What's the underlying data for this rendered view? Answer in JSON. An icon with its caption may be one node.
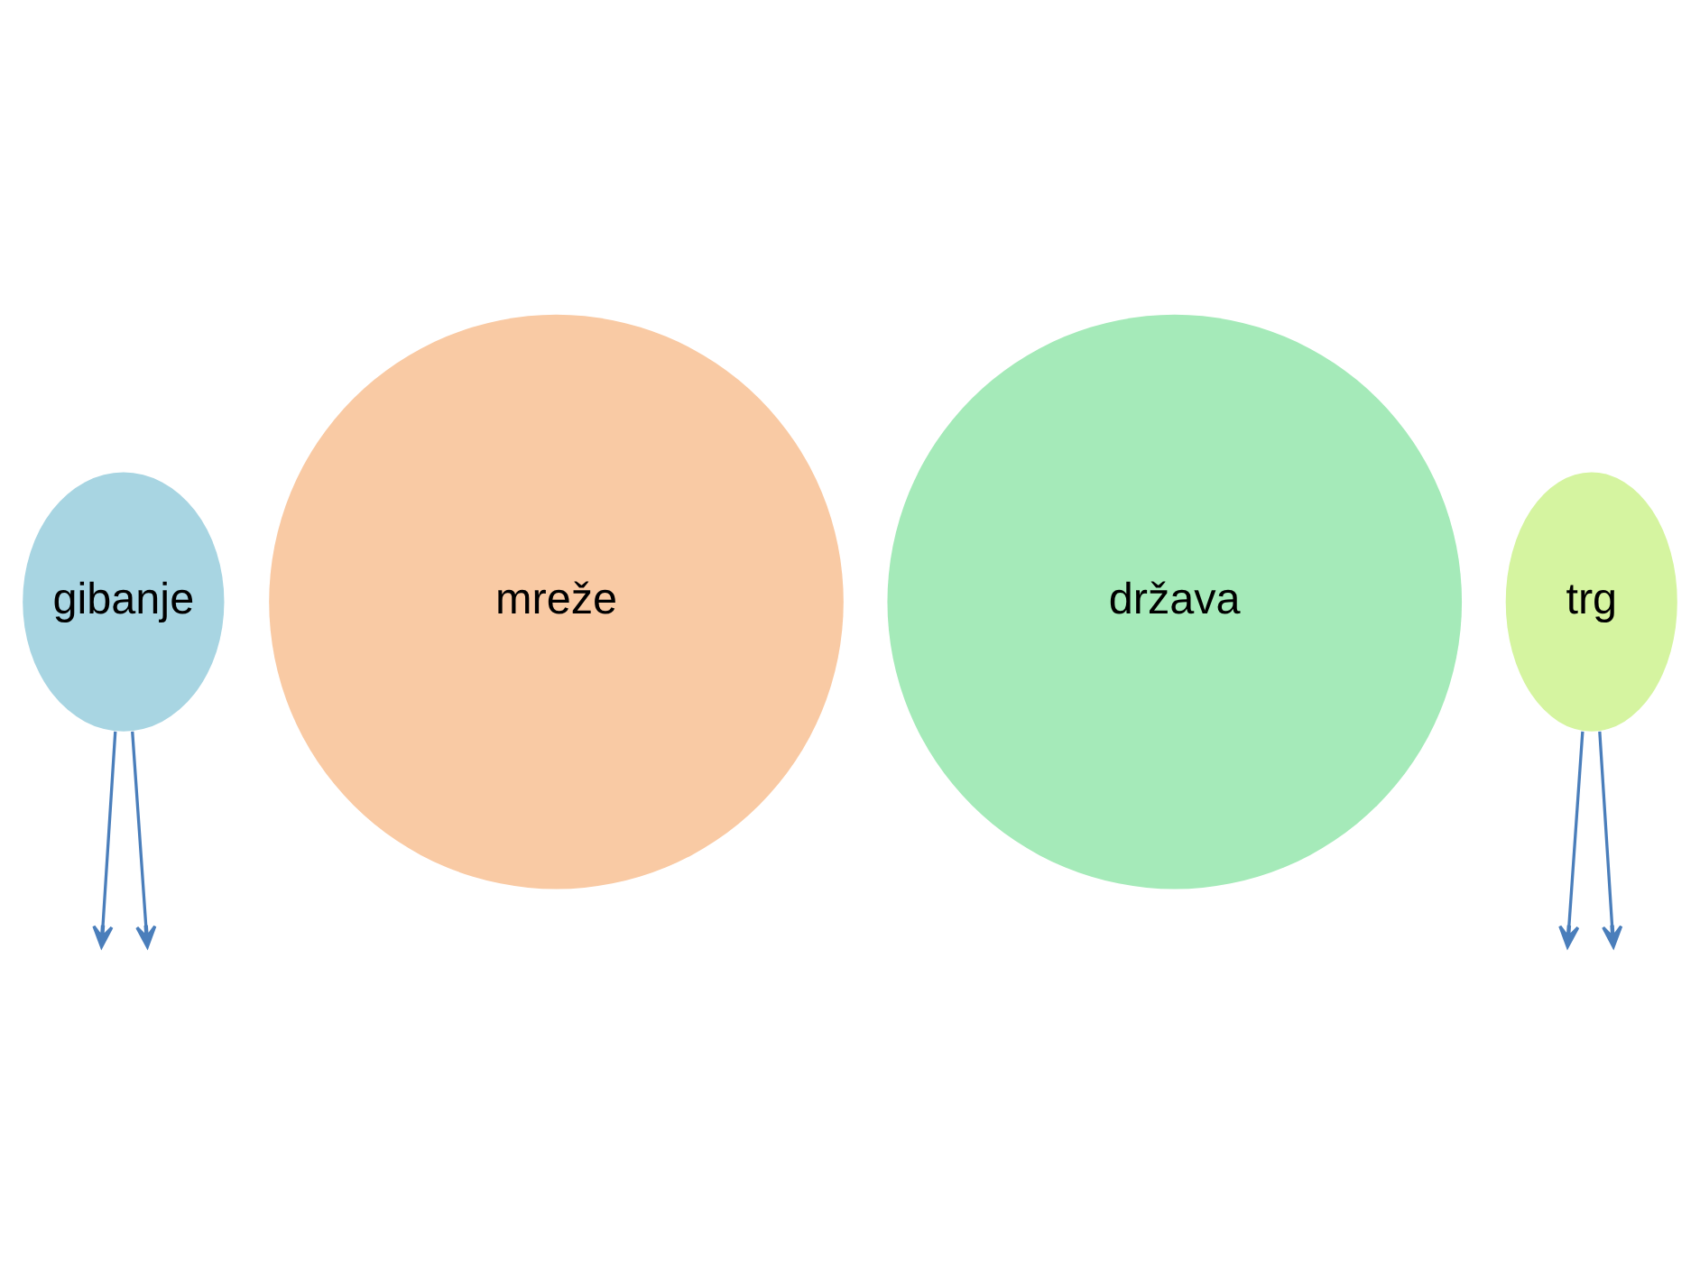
{
  "diagram": {
    "nodes": [
      {
        "text": [
          "gibanje"
        ]
      },
      {
        "text": [
          "mreže"
        ]
      },
      {
        "text": [
          "država"
        ]
      },
      {
        "text": [
          "trg"
        ]
      }
    ],
    "edges": [
      {
        "from": 0,
        "to": null,
        "arrow": "to"
      },
      {
        "from": 0,
        "to": null,
        "arrow": "to"
      },
      {
        "from": 3,
        "to": null,
        "arrow": "to"
      },
      {
        "from": 3,
        "to": null,
        "arrow": "to"
      }
    ]
  }
}
